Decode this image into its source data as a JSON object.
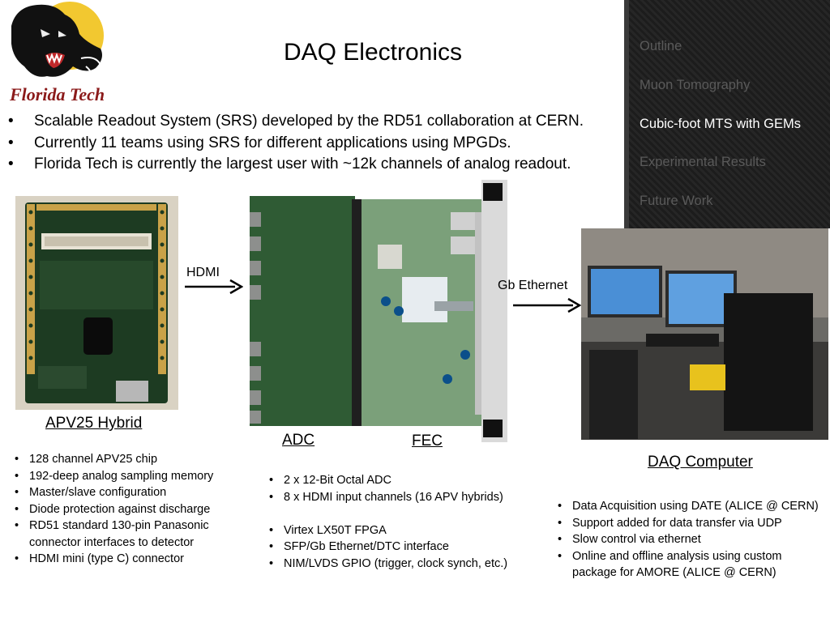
{
  "logo": {
    "text": "Florida Tech"
  },
  "title": "DAQ Electronics",
  "nav": {
    "items": [
      {
        "label": "Outline",
        "active": false
      },
      {
        "label": "Muon Tomography",
        "active": false
      },
      {
        "label": "Cubic-foot MTS with GEMs",
        "active": true
      },
      {
        "label": "Experimental Results",
        "active": false
      },
      {
        "label": "Future Work",
        "active": false
      }
    ]
  },
  "main_bullets": [
    "Scalable Readout System (SRS) developed by the RD51 collaboration at CERN.",
    "Currently 11 teams using SRS for different applications using MPGDs.",
    "Florida Tech is currently the largest user with ~12k channels of analog readout."
  ],
  "labels": {
    "hdmi": "HDMI",
    "gb_ethernet": "Gb Ethernet",
    "apv25": "APV25 Hybrid",
    "adc": "ADC",
    "fec": "FEC",
    "daq_computer": "DAQ Computer"
  },
  "apv25_bullets": [
    "128 channel APV25 chip",
    "192-deep analog sampling memory",
    "Master/slave configuration",
    "Diode protection against discharge",
    "RD51 standard 130-pin Panasonic connector interfaces to detector",
    "HDMI mini (type C) connector"
  ],
  "adc_fec_bullets": [
    "2 x 12-Bit Octal ADC",
    "8 x HDMI input channels (16 APV hybrids)",
    "",
    "Virtex LX50T FPGA",
    "SFP/Gb Ethernet/DTC interface",
    "NIM/LVDS GPIO (trigger, clock synch, etc.)"
  ],
  "daq_bullets": [
    "Data Acquisition using DATE  (ALICE @ CERN)",
    "Support added for data transfer via UDP",
    "Slow control via ethernet",
    "Online and offline analysis using custom package for AMORE (ALICE @ CERN)"
  ]
}
